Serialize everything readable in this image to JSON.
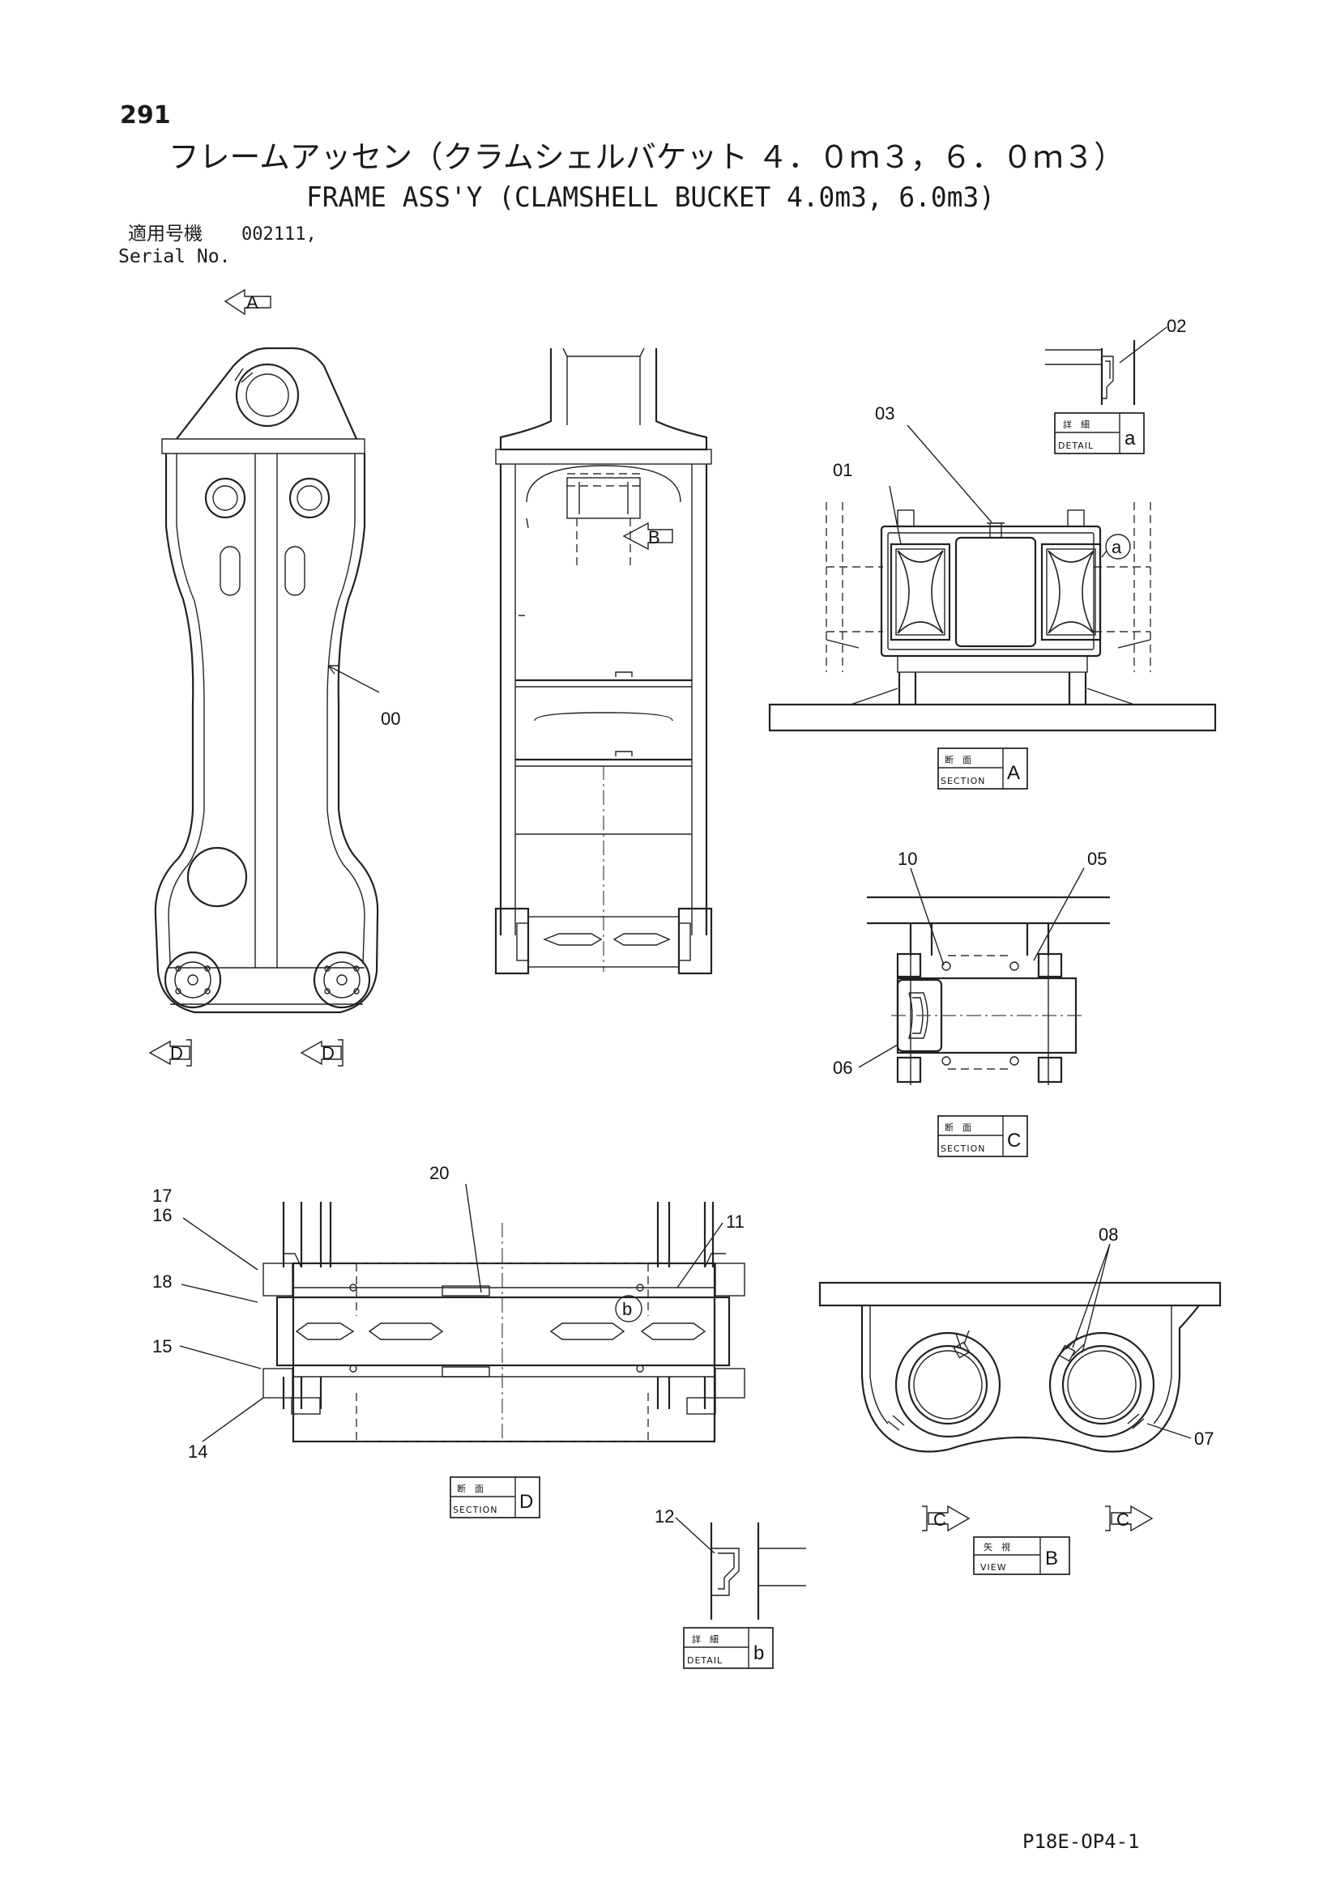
{
  "page_number": "291",
  "title_jp": "フレームアッセン（クラムシェルバケット ４．０ｍ３，６．０ｍ３）",
  "title_en": "FRAME ASS'Y (CLAMSHELL BUCKET 4.0m3, 6.0m3)",
  "serial": {
    "label_jp": "適用号機",
    "label_en": "Serial No.",
    "value": "002111,"
  },
  "view_arrows": {
    "a": "A",
    "b": "B",
    "c": "C",
    "d": "D"
  },
  "part_callouts": {
    "p00": "00",
    "p01": "01",
    "p02": "02",
    "p03": "03",
    "p05": "05",
    "p06": "06",
    "p07": "07",
    "p08": "08",
    "p10": "10",
    "p11": "11",
    "p12": "12",
    "p14": "14",
    "p15": "15",
    "p16": "16",
    "p17": "17",
    "p18": "18",
    "p20": "20"
  },
  "circle_markers": {
    "a": "a",
    "b": "b"
  },
  "view_labels": {
    "section_jp": "断　面",
    "section_en": "SECTION",
    "detail_jp": "詳　細",
    "detail_en": "DETAIL",
    "view_jp": "矢　視",
    "view_en": "VIEW",
    "letter_a_upper": "A",
    "letter_c_upper": "C",
    "letter_d_upper": "D",
    "letter_b_upper": "B",
    "letter_a_lower": "a",
    "letter_b_lower": "b"
  },
  "drawing_code": "P18E-OP4-1"
}
